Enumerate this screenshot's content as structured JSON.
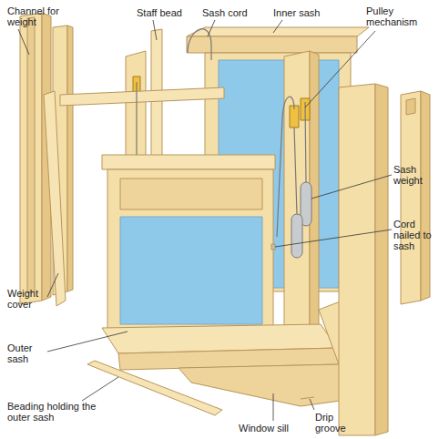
{
  "diagram": {
    "labels": [
      "Channel for weight",
      "Staff bead",
      "Sash cord",
      "Inner sash",
      "Pulley mechanism",
      "Sash weight",
      "Cord nailed to sash",
      "Weight cover",
      "Outer sash",
      "Beading holding the outer sash",
      "Window sill",
      "Drip groove"
    ]
  }
}
